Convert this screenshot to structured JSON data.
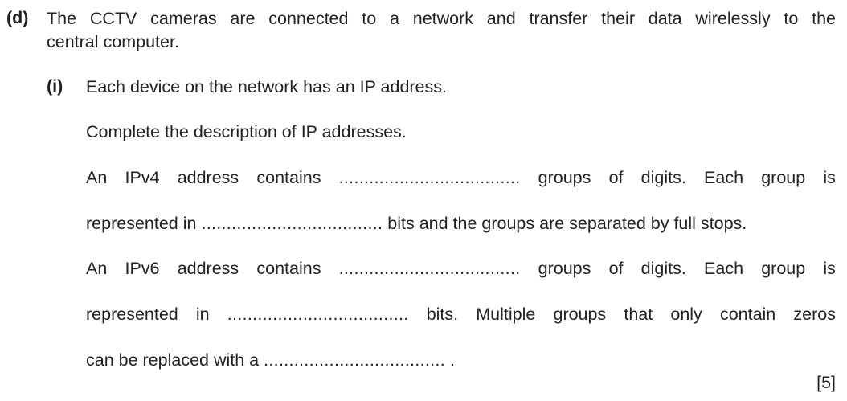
{
  "part_d": {
    "label": "(d)",
    "line1": "The CCTV cameras are connected to a network and transfer their data wirelessly to the",
    "line2": "central computer."
  },
  "part_i": {
    "label": "(i)",
    "intro": "Each device on the network has an IP address.",
    "instruction": "Complete the description of IP addresses.",
    "ipv4_line1": {
      "words": [
        "An",
        "IPv4",
        "address",
        "contains"
      ],
      "blank": "....................................",
      "after": [
        "groups",
        "of",
        "digits.",
        "Each",
        "group",
        "is"
      ]
    },
    "ipv4_line2": {
      "before": "represented in",
      "blank": "....................................",
      "after": "bits and the groups are separated by full stops."
    },
    "ipv6_line1": {
      "words": [
        "An",
        "IPv6",
        "address",
        "contains"
      ],
      "blank": "....................................",
      "after": [
        "groups",
        "of",
        "digits.",
        "Each",
        "group",
        "is"
      ]
    },
    "ipv6_line2": {
      "words": [
        "represented",
        "in"
      ],
      "blank": "....................................",
      "after": [
        "bits.",
        "Multiple",
        "groups",
        "that",
        "only",
        "contain",
        "zeros"
      ]
    },
    "ipv6_line3": {
      "before": "can be replaced with a",
      "blank": "....................................",
      "end": "."
    }
  },
  "marks": "[5]"
}
